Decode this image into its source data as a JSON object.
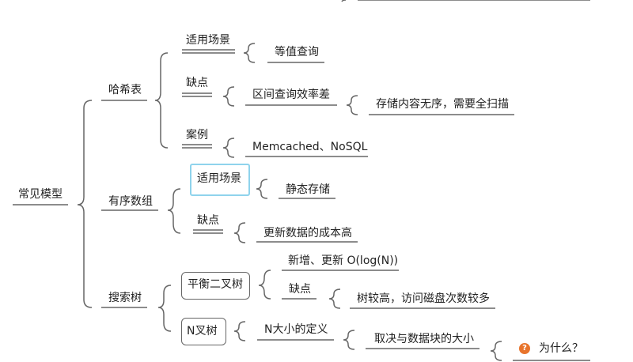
{
  "mindmap": {
    "root": "常见模型",
    "hash": {
      "label": "哈希表",
      "use": "适用场景",
      "use_item": "等值查询",
      "weak": "缺点",
      "weak_item": "区间查询效率差",
      "weak_reason": "存储内容无序，需要全扫描",
      "example": "案例",
      "example_item": "Memcached、NoSQL"
    },
    "sorted": {
      "label": "有序数组",
      "use": "适用场景",
      "use_item": "静态存储",
      "weak": "缺点",
      "weak_item": "更新数据的成本高"
    },
    "tree": {
      "label": "搜索树",
      "balanced": "平衡二叉树",
      "balanced_item": "新增、更新 O(log(N))",
      "balanced_weak": "缺点",
      "balanced_weak_item": "树较高，访问磁盘次数较多",
      "nary": "N叉树",
      "nary_item": "N大小的定义",
      "nary_sub": "取决与数据块的大小",
      "question": "为什么？",
      "question_icon": "question-icon"
    }
  },
  "colors": {
    "line": "#666666",
    "selected": "#8fd3ec",
    "question": "#e8742c"
  }
}
